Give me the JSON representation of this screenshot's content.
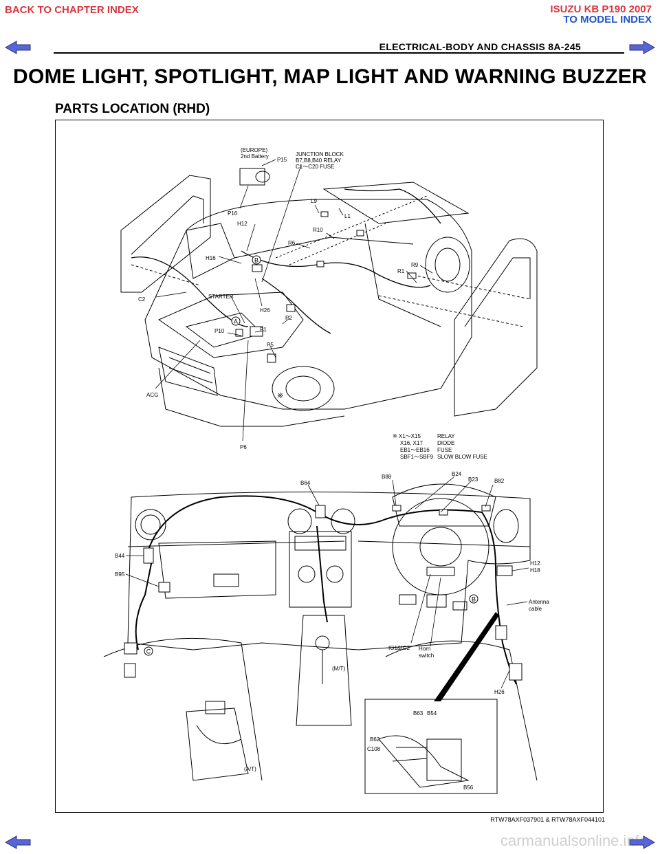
{
  "nav": {
    "back_chapter": "BACK TO CHAPTER INDEX",
    "model_title": "ISUZU KB P190 2007",
    "to_model_index": "TO MODEL INDEX"
  },
  "header": {
    "section": "ELECTRICAL-BODY AND CHASSIS  8A-245"
  },
  "title": "DOME LIGHT, SPOTLIGHT, MAP LIGHT AND WARNING BUZZER",
  "subtitle": "PARTS LOCATION (RHD)",
  "figure": {
    "vehicle_labels": {
      "europe": "(EUROPE)",
      "second_battery": "2nd Battery",
      "p15": "P15",
      "junction_block": "JUNCTION BLOCK",
      "relay_line": "B7,B8,B40 RELAY",
      "fuse_line": "C1～C20 FUSE",
      "p16": "P16",
      "l9": "L9",
      "l1": "L1",
      "h12": "H12",
      "r10": "R10",
      "r6": "R6",
      "h16": "H16",
      "r9": "R9",
      "r1": "R1",
      "c2": "C2",
      "starter": "STARTER",
      "h26": "H26",
      "p2": "P2",
      "p10": "P10",
      "p1": "P1",
      "p5": "P5",
      "acg": "ACG",
      "p6": "P6",
      "mark_a": "A",
      "mark_b": "B",
      "asterisk": "※"
    },
    "legend": [
      {
        "code": "※ X1～X15",
        "desc": "RELAY"
      },
      {
        "code": "X16, X17",
        "desc": "DIODE"
      },
      {
        "code": "EB1～EB16",
        "desc": "FUSE"
      },
      {
        "code": "SBF1～SBF9",
        "desc": "SLOW BLOW FUSE"
      }
    ],
    "dash_labels": {
      "b64": "B64",
      "b88": "B88",
      "b24": "B24",
      "b23": "B23",
      "b82": "B82",
      "b44": "B44",
      "b95": "B95",
      "h12": "H12",
      "h18": "H18",
      "antenna": "Antenna",
      "cable": "cable",
      "ig": "IG1&IG2",
      "horn": "Horn",
      "switch": "switch",
      "mt": "(M/T)",
      "h26": "H26",
      "mark_b": "B",
      "mark_c": "C",
      "b63": "B63",
      "b54": "B54",
      "b62": "B62",
      "c108": "C108",
      "b56": "B56",
      "at": "(A/T)"
    },
    "code": "RTW78AXF037901 & RTW78AXF044101"
  },
  "watermark": "carmanualsonline.info",
  "colors": {
    "nav_red": "#d9363e",
    "nav_blue": "#1f54c9",
    "arrow_fill": "#5865d6"
  }
}
